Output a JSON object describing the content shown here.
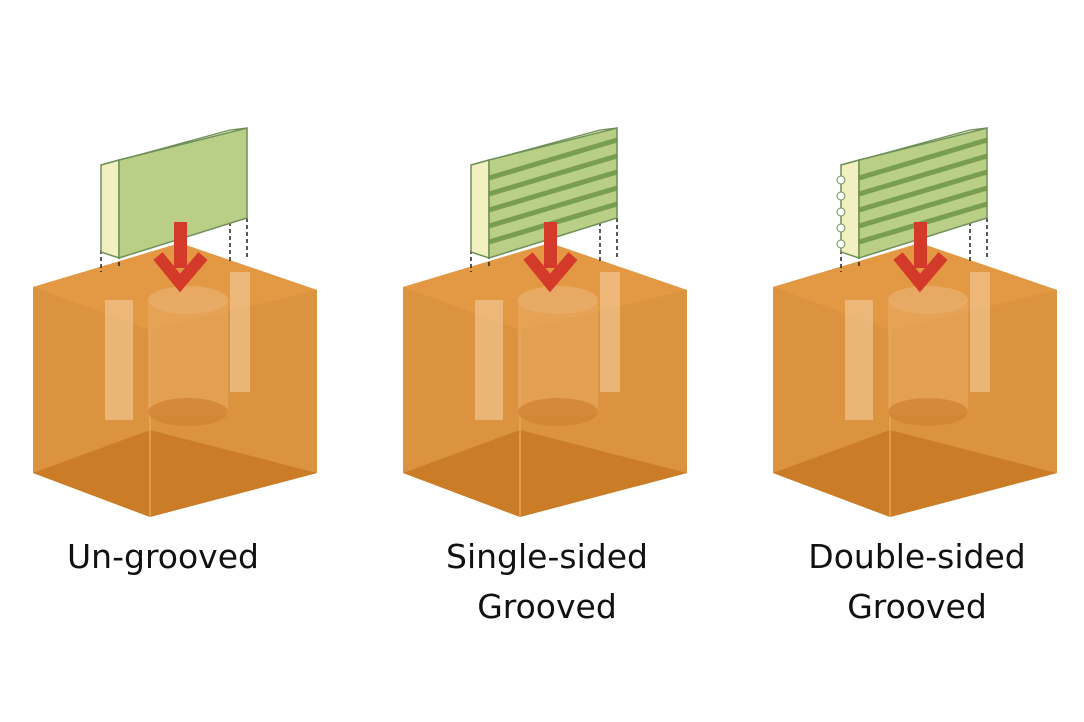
{
  "panels": [
    {
      "label_line1": "Un-grooved",
      "label_line2": "",
      "grooves": "none"
    },
    {
      "label_line1": "Single-sided",
      "label_line2": "Grooved",
      "grooves": "single"
    },
    {
      "label_line1": "Double-sided",
      "label_line2": "Grooved",
      "grooves": "double"
    }
  ],
  "colors": {
    "block": "#d98a30",
    "card": "#b9cf86",
    "arrow": "#d43a2a"
  }
}
